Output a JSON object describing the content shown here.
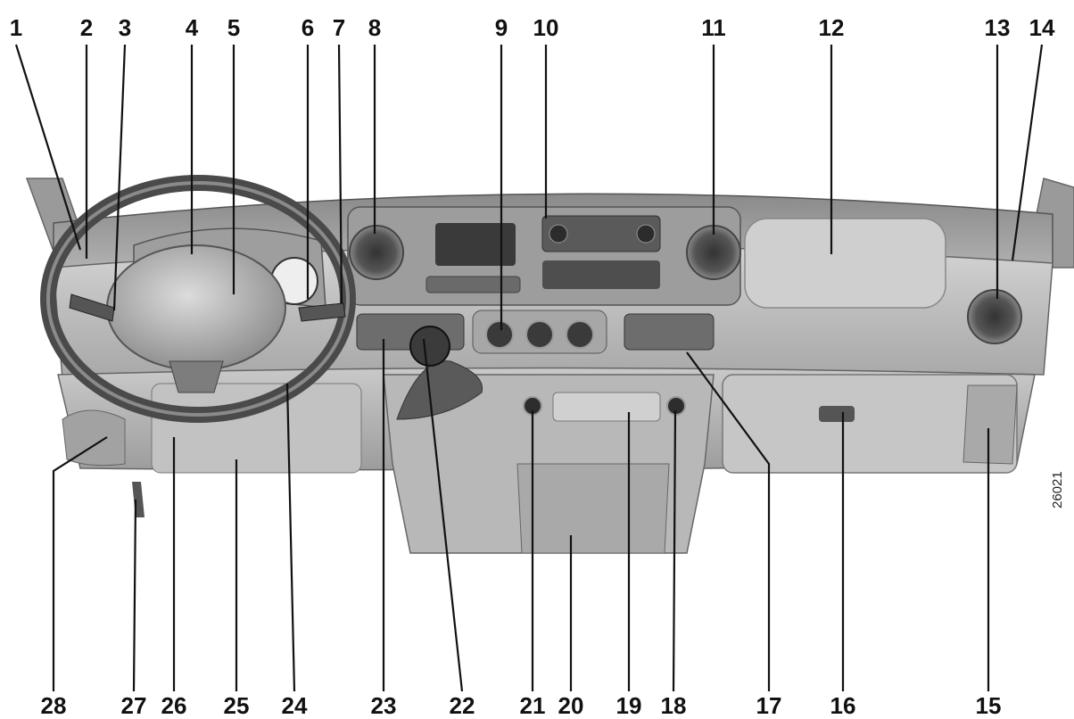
{
  "figure_id": "26021",
  "callouts": [
    {
      "n": "1"
    },
    {
      "n": "2"
    },
    {
      "n": "3"
    },
    {
      "n": "4"
    },
    {
      "n": "5"
    },
    {
      "n": "6"
    },
    {
      "n": "7"
    },
    {
      "n": "8"
    },
    {
      "n": "9"
    },
    {
      "n": "10"
    },
    {
      "n": "11"
    },
    {
      "n": "12"
    },
    {
      "n": "13"
    },
    {
      "n": "14"
    },
    {
      "n": "15"
    },
    {
      "n": "16"
    },
    {
      "n": "17"
    },
    {
      "n": "18"
    },
    {
      "n": "19"
    },
    {
      "n": "20"
    },
    {
      "n": "21"
    },
    {
      "n": "22"
    },
    {
      "n": "23"
    },
    {
      "n": "24"
    },
    {
      "n": "25"
    },
    {
      "n": "26"
    },
    {
      "n": "27"
    },
    {
      "n": "28"
    }
  ]
}
